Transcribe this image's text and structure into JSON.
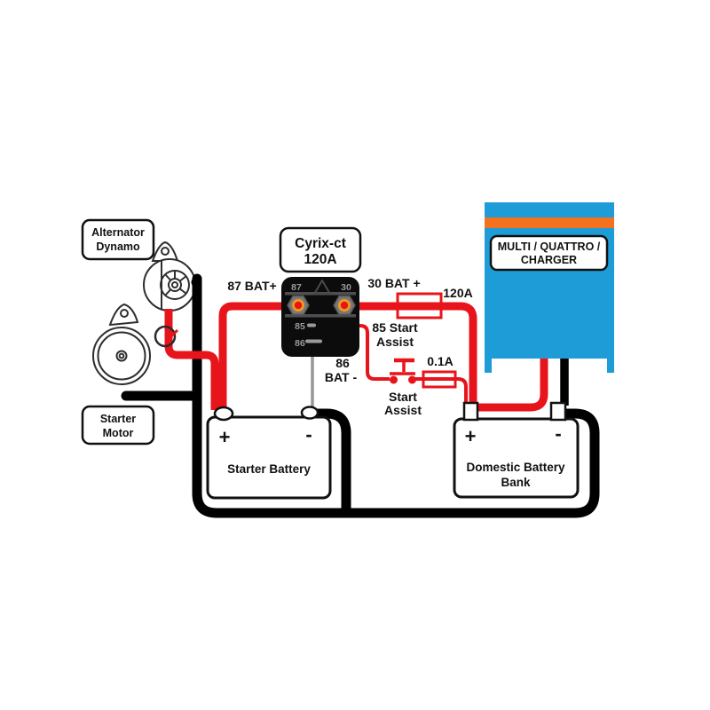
{
  "title": "Cyrix-ct battery combiner wiring diagram",
  "colors": {
    "background": "#ffffff",
    "wire_red": "#e8141b",
    "wire_black": "#000000",
    "wire_gray": "#989898",
    "relay_body": "#0c0c0c",
    "relay_text_gray": "#9a9a9a",
    "nut_gray": "#787878",
    "nut_orange": "#ef9a1d",
    "victron_blue": "#1e9cd7",
    "victron_orange": "#f4711f",
    "outline_black": "#111111",
    "drawing_stroke": "#2e2e2e"
  },
  "components": {
    "alternator_label": {
      "line1": "Alternator",
      "line2": "Dynamo"
    },
    "starter_motor_label": {
      "line1": "Starter",
      "line2": "Motor"
    },
    "relay_label": {
      "line1": "Cyrix-ct",
      "line2": "120A"
    },
    "relay_terminals": {
      "t87": "87",
      "t30": "30",
      "t85": "85",
      "t86": "86"
    },
    "charger_label": {
      "line1": "MULTI / QUATTRO /",
      "line2": "CHARGER"
    },
    "starter_battery": {
      "plus": "+",
      "minus": "-",
      "name": "Starter Battery"
    },
    "domestic_battery": {
      "plus": "+",
      "minus": "-",
      "line1": "Domestic Battery",
      "line2": "Bank"
    }
  },
  "wire_labels": {
    "bat87": "87 BAT+",
    "bat30": "30 BAT +",
    "main_fuse": "120A",
    "assist85_line1": "85 Start",
    "assist85_line2": "Assist",
    "bat86_line1": "86",
    "bat86_line2": "BAT -",
    "small_fuse": "0.1A",
    "switch_line1": "Start",
    "switch_line2": "Assist"
  }
}
